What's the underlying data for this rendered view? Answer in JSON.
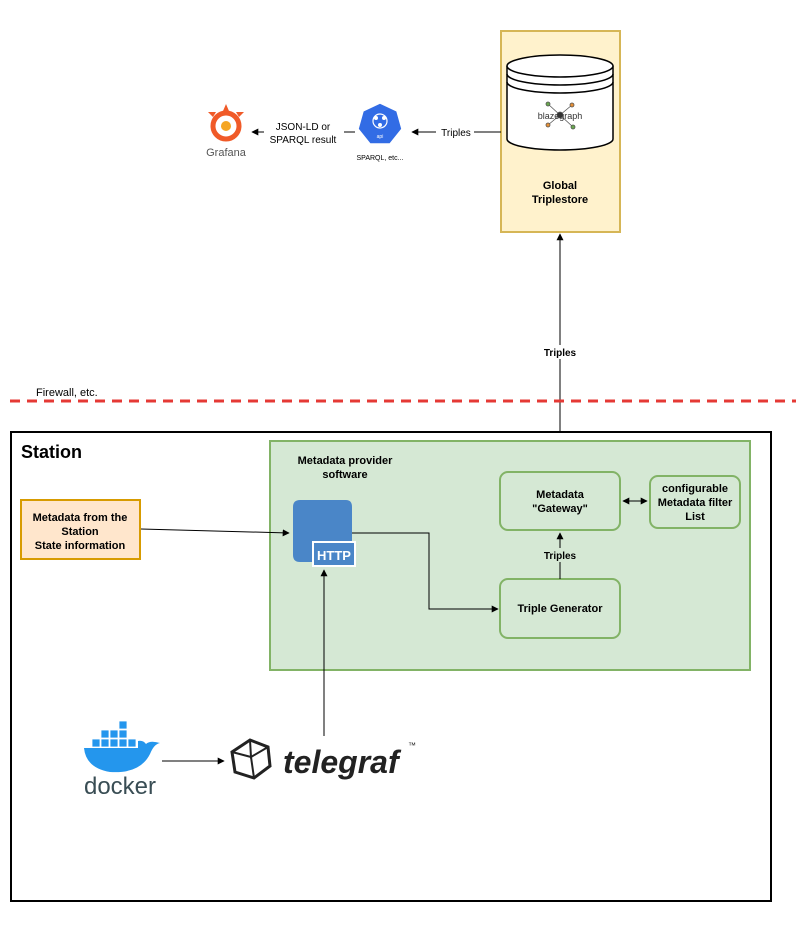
{
  "colors": {
    "triplestore_fill": "#fff2cc",
    "triplestore_stroke": "#d6b656",
    "metadata_box_fill": "#ffe6cc",
    "metadata_box_stroke": "#d79b00",
    "provider_fill": "#d5e8d4",
    "provider_stroke": "#82b366",
    "firewall": "#e53935",
    "api_blue": "#326ce5",
    "http_blue": "#4a86c8",
    "grafana_orange": "#f05a28",
    "docker_blue": "#2496ed",
    "docker_text": "#394d54"
  },
  "firewall": {
    "label": "Firewall, etc."
  },
  "triplestore": {
    "db_label": "blazegraph",
    "title_line1": "Global",
    "title_line2": "Triplestore"
  },
  "api": {
    "icon_label": "api",
    "caption": "SPARQL, etc..."
  },
  "grafana": {
    "label": "Grafana"
  },
  "edges": {
    "triplestore_to_api": "Triples",
    "api_to_grafana_line1": "JSON-LD or",
    "api_to_grafana_line2": "SPARQL result",
    "gateway_to_triplestore": "Triples",
    "generator_to_gateway": "Triples"
  },
  "station": {
    "title": "Station"
  },
  "provider": {
    "title_line1": "Metadata provider",
    "title_line2": "software"
  },
  "http": {
    "label": "HTTP"
  },
  "metadata_source": {
    "line1": "Metadata from the",
    "line2": "Station",
    "line3": "State information"
  },
  "gateway": {
    "line1": "Metadata",
    "line2": "\"Gateway\""
  },
  "filter": {
    "line1": "configurable",
    "line2": "Metadata filter",
    "line3": "List"
  },
  "generator": {
    "label": "Triple Generator"
  },
  "docker": {
    "label": "docker"
  },
  "telegraf": {
    "label": "telegraf",
    "tm": "™"
  }
}
